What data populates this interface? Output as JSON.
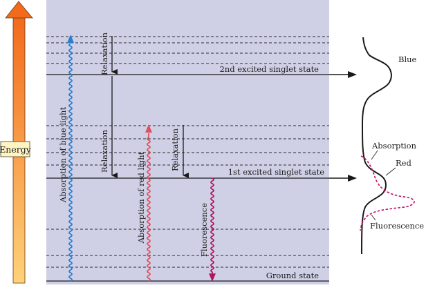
{
  "colors": {
    "panel": "#cfd0e6",
    "energy_top": "#f26a1b",
    "energy_bottom": "#ffcf72",
    "energy_box": "#fff4c2",
    "blue_wave": "#2a7fd0",
    "red_wave": "#e14f5e",
    "fluor_wave": "#b0155f",
    "line": "#1a1a1a",
    "dashed_curve": "#c0186b"
  },
  "energy_axis": {
    "label": "Energy",
    "icon": "energy-arrow-icon"
  },
  "states": {
    "second_excited": "2nd excited singlet state",
    "first_excited": "1st excited singlet state",
    "ground": "Ground state"
  },
  "transitions": {
    "absorption_blue": "Absorption of blue light",
    "absorption_red": "Absorption of red light",
    "relaxation_top": "Relaxation",
    "relaxation_middle": "Relaxation",
    "relaxation_right": "Relaxation",
    "fluorescence": "Fluorescence"
  },
  "spectrum": {
    "blue": "Blue",
    "absorption": "Absorption",
    "red": "Red",
    "fluorescence": "Fluorescence"
  }
}
